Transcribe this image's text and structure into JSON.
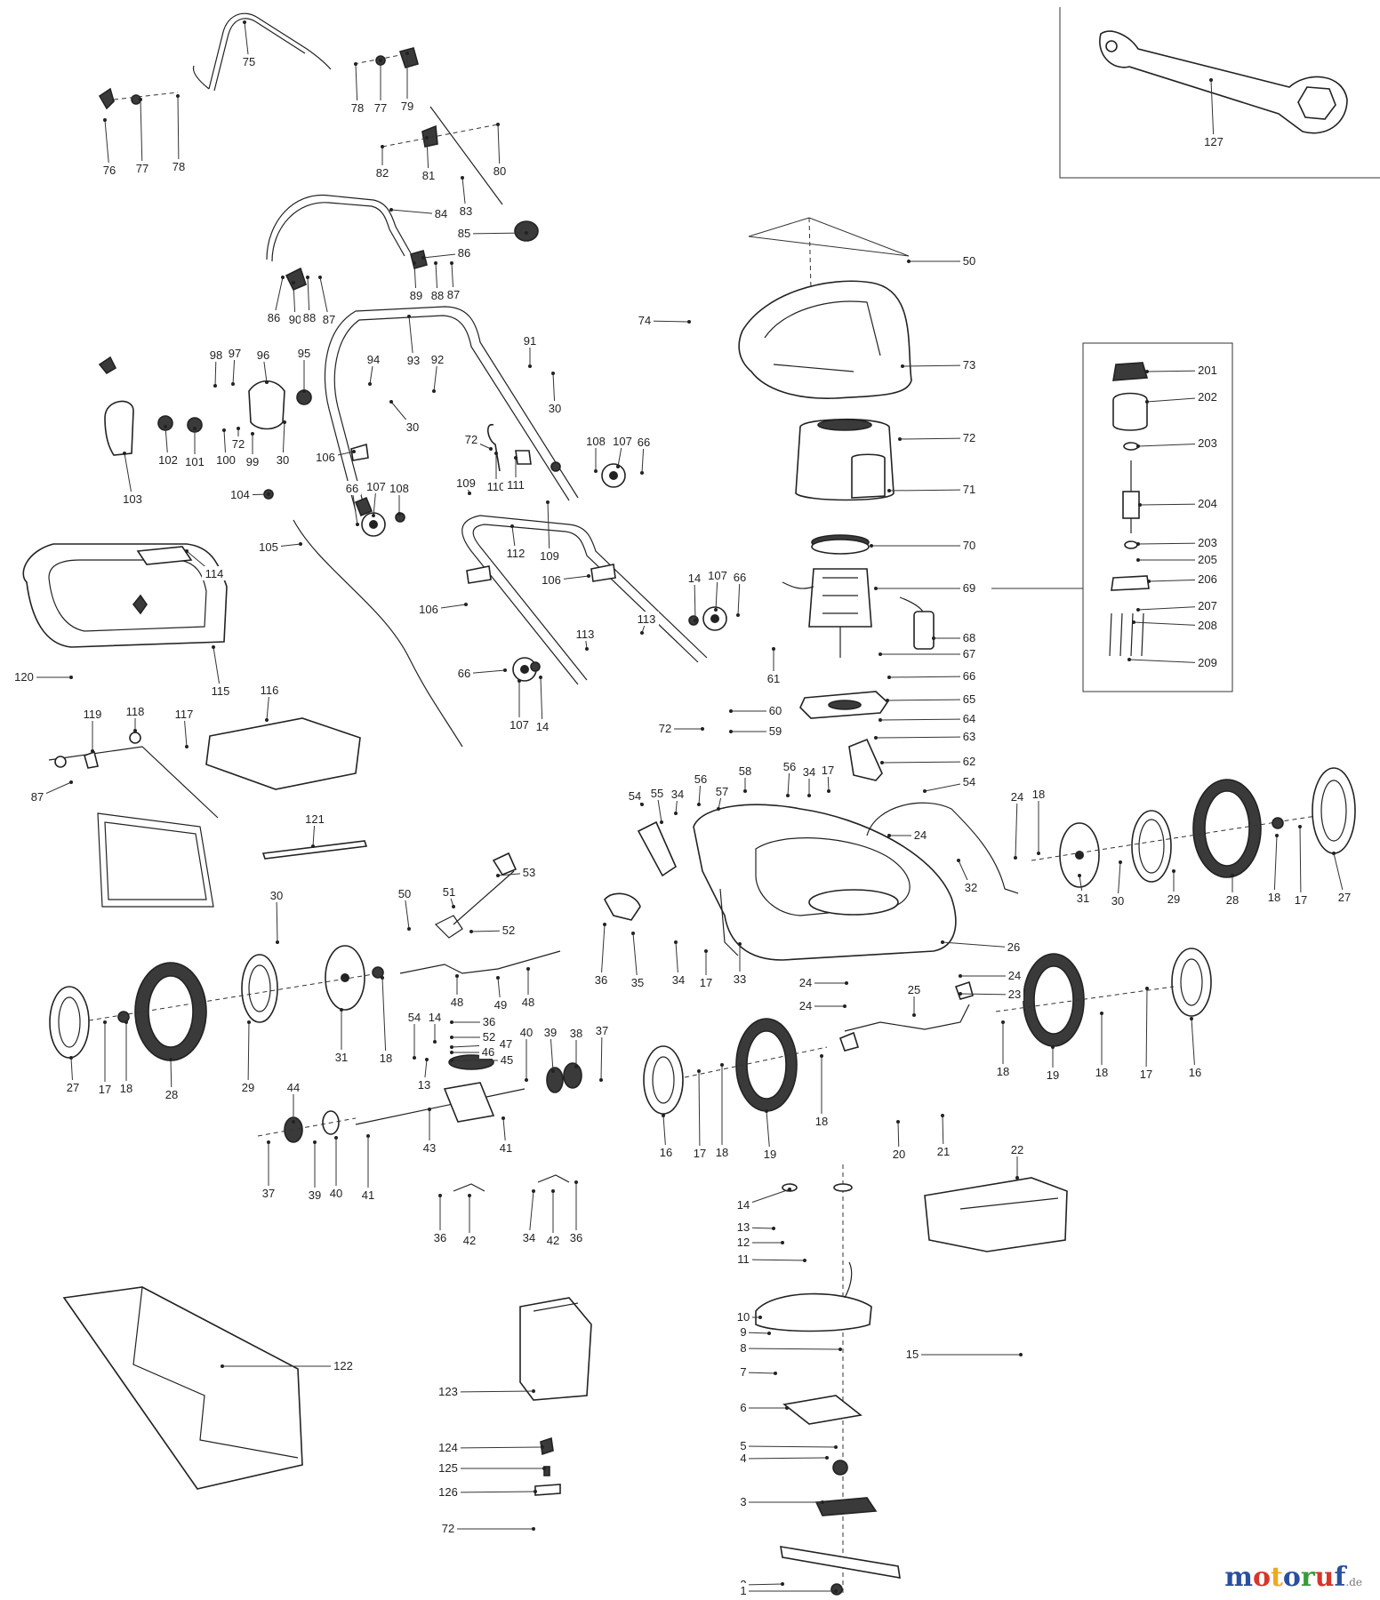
{
  "callouts": [
    "1",
    "2",
    "3",
    "4",
    "5",
    "6",
    "7",
    "8",
    "9",
    "10",
    "11",
    "12",
    "13",
    "14",
    "15",
    "16",
    "17",
    "18",
    "19",
    "20",
    "21",
    "22",
    "23",
    "24",
    "25",
    "26",
    "27",
    "28",
    "29",
    "30",
    "31",
    "32",
    "33",
    "34",
    "35",
    "36",
    "37",
    "38",
    "39",
    "40",
    "41",
    "42",
    "43",
    "44",
    "45",
    "46",
    "47",
    "48",
    "49",
    "50",
    "51",
    "52",
    "53",
    "54",
    "55",
    "56",
    "57",
    "58",
    "59",
    "60",
    "61",
    "62",
    "63",
    "64",
    "65",
    "66",
    "67",
    "68",
    "69",
    "70",
    "71",
    "72",
    "73",
    "74",
    "75",
    "76",
    "77",
    "78",
    "79",
    "80",
    "81",
    "82",
    "83",
    "84",
    "85",
    "86",
    "87",
    "88",
    "89",
    "90",
    "91",
    "92",
    "93",
    "94",
    "95",
    "96",
    "97",
    "98",
    "99",
    "100",
    "101",
    "102",
    "103",
    "104",
    "105",
    "106",
    "107",
    "108",
    "109",
    "110",
    "111",
    "112",
    "113",
    "114",
    "115",
    "116",
    "117",
    "118",
    "119",
    "120",
    "121",
    "122",
    "123",
    "124",
    "125",
    "126",
    "127",
    "201",
    "202",
    "203",
    "204",
    "205",
    "206",
    "207",
    "208",
    "209"
  ],
  "brand": {
    "letters": [
      "m",
      "o",
      "t",
      "o",
      "r",
      "u",
      "f"
    ],
    "colors": [
      "#2a4fa0",
      "#d8352a",
      "#f0a81c",
      "#2a4fa0",
      "#3a9a3a",
      "#d8352a",
      "#2a4fa0"
    ],
    "tld": ".de"
  }
}
